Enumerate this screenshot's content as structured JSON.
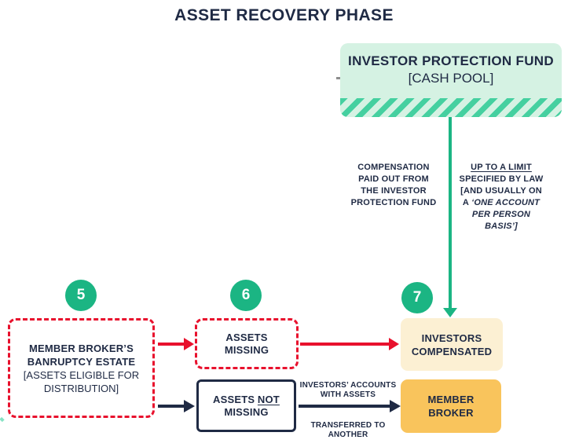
{
  "title": "ASSET RECOVERY PHASE",
  "colors": {
    "navy": "#1f2a44",
    "green": "#1bb583",
    "mint": "#d5f2e3",
    "hatch_green": "#45d0a0",
    "red": "#e8112d",
    "cream": "#fcf0d3",
    "orange": "#f9c45c"
  },
  "fund_box": {
    "title": "INVESTOR PROTECTION FUND",
    "subtitle": "[CASH POOL]"
  },
  "compensation_note": {
    "lines": [
      "COMPENSATION",
      "PAID OUT FROM",
      "THE INVESTOR",
      "PROTECTION FUND"
    ]
  },
  "limit_note": {
    "line1": "UP TO A LIMIT",
    "line2": "SPECIFIED BY LAW",
    "line3": "[AND USUALLY ON",
    "line4_prefix": "A",
    "line4_italic": "‘ONE ACCOUNT",
    "line5_italic": "PER PERSON",
    "line6_italic": "BASIS’]"
  },
  "steps": {
    "five": "5",
    "six": "6",
    "seven": "7"
  },
  "estate_box": {
    "line1": "MEMBER BROKER’S",
    "line2": "BANRUPTCY ESTATE",
    "line3": "[ASSETS ELIGIBLE FOR",
    "line4": "DISTRIBUTION]"
  },
  "assets_missing_box": {
    "line1": "ASSETS",
    "line2": "MISSING"
  },
  "assets_not_missing_box": {
    "line1_prefix": "ASSETS",
    "line1_underlined": "NOT",
    "line2": "MISSING"
  },
  "investors_compensated_box": {
    "line1": "INVESTORS",
    "line2": "COMPENSATED"
  },
  "member_broker_box": {
    "line1": "MEMBER",
    "line2": "BROKER"
  },
  "transfer_note": {
    "top_line1": "INVESTORS’ ACCOUNTS",
    "top_line2": "WITH ASSETS",
    "bottom_line1": "TRANSFERRED TO",
    "bottom_line2": "ANOTHER"
  }
}
